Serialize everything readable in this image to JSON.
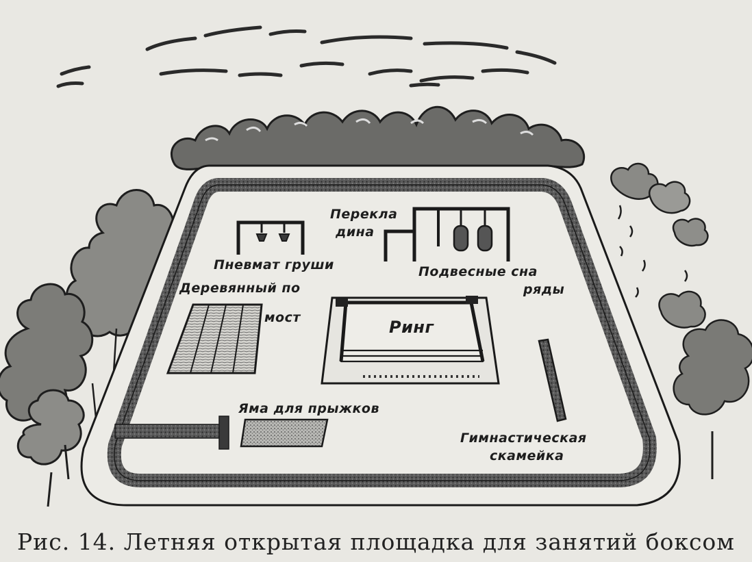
{
  "labels": {
    "punching_bags": "Пневмат груши",
    "crossbar_line1": "Перекла",
    "crossbar_line2": "дина",
    "hanging_line1": "Подвесные сна",
    "hanging_line2": "ряды",
    "wooden_line1": "Деревянный по",
    "wooden_line2": "мост",
    "ring": "Ринг",
    "pit": "Яма для прыжков",
    "bench_line1": "Гимнастическая",
    "bench_line2": "скамейка"
  },
  "caption": "Рис. 14. Летняя открытая площадка для занятий боксом",
  "colors": {
    "paper": "#e9e8e3",
    "ink": "#1d1d1d"
  }
}
